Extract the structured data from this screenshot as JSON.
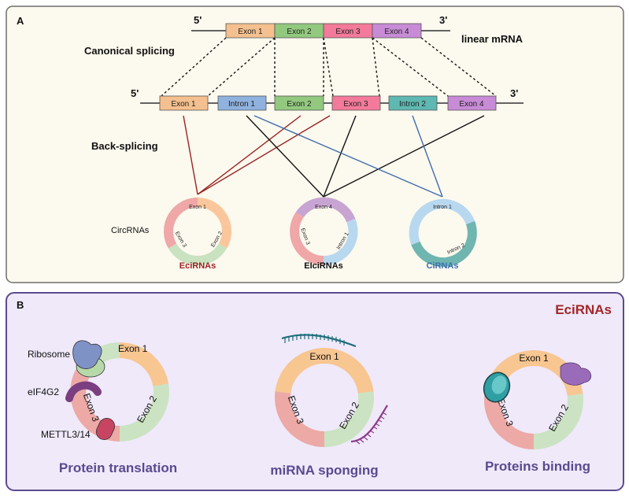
{
  "panel_a": {
    "label": "A",
    "canonical_label": "Canonical splicing",
    "backsplicing_label": "Back-splicing",
    "circrnas_label": "CircRNAs",
    "linear_mrna_label": "linear mRNA",
    "five_prime": "5'",
    "three_prime": "3'",
    "mrna_exons": [
      "Exon 1",
      "Exon 2",
      "Exon 3",
      "Exon 4"
    ],
    "pre_mrna_segments": [
      "Exon 1",
      "Intron 1",
      "Exon 2",
      "Exon 3",
      "Intron 2",
      "Exon 4"
    ],
    "circles": [
      {
        "name": "EciRNAs",
        "color": "#9b2323",
        "segments": [
          "Exon 1",
          "Exon 2",
          "Exon 3"
        ]
      },
      {
        "name": "EIciRNAs",
        "color": "#111111",
        "segments": [
          "Exon 4",
          "Intron 1",
          "Exon 3"
        ]
      },
      {
        "name": "CiRNAs",
        "color": "#3f6db0",
        "segments": [
          "Intron 1",
          "Intron 2"
        ]
      }
    ]
  },
  "panel_b": {
    "label": "B",
    "title": "EciRNAs",
    "title_color": "#a12828",
    "functions": [
      "Protein translation",
      "miRNA sponging",
      "Proteins binding"
    ],
    "function_color": "#5b4a8f",
    "factors": [
      "Ribosome",
      "eIF4G2",
      "METTL3/14"
    ],
    "exons": [
      "Exon 1",
      "Exon 2",
      "Exon 3"
    ]
  },
  "colors": {
    "exon1": "#f5c08f",
    "exon2": "#93c97f",
    "exon3": "#f37a9a",
    "exon4": "#c88bd6",
    "intron1": "#8fb2de",
    "intron2": "#5fb8b2"
  }
}
